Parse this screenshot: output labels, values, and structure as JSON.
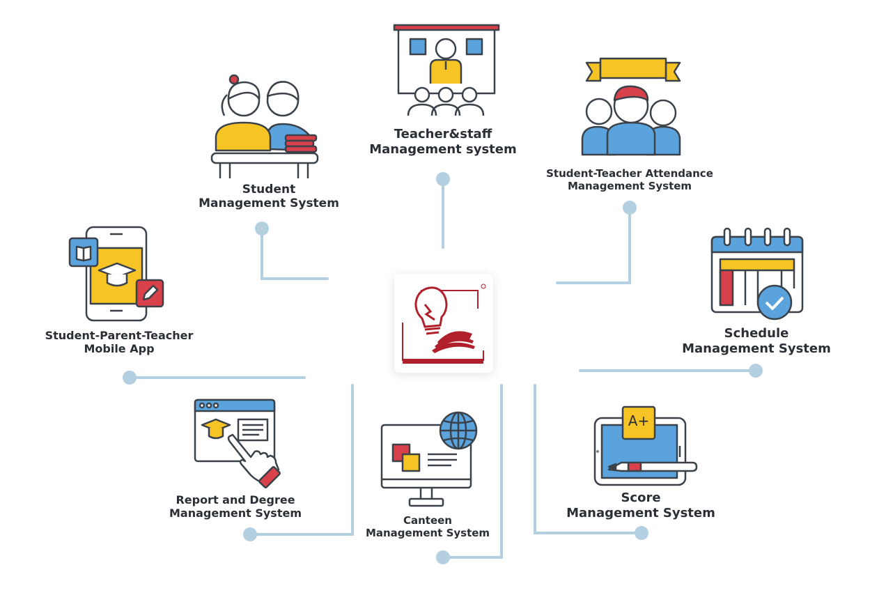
{
  "modules": {
    "teacher_staff": {
      "line1": "Teacher&staff",
      "line2": "Management system"
    },
    "student": {
      "line1": "Student",
      "line2": "Management System"
    },
    "attendance": {
      "line1": "Student-Teacher Attendance",
      "line2": "Management System"
    },
    "mobile_app": {
      "line1": "Student-Parent-Teacher",
      "line2": "Mobile App"
    },
    "schedule": {
      "line1": "Schedule",
      "line2": "Management System"
    },
    "report": {
      "line1": "Report and Degree",
      "line2": "Management System"
    },
    "canteen": {
      "line1": "Canteen",
      "line2": "Management System"
    },
    "score": {
      "line1": "Score",
      "line2": "Management System",
      "badge": "A+"
    }
  },
  "colors": {
    "connector": "#b3cfe0",
    "outline": "#3b4149",
    "yellow": "#f6c425",
    "blue": "#5aa3dd",
    "red": "#d9414a",
    "brand": "#b0202a"
  },
  "icons": {
    "teacher_staff": "classroom-presentation-icon",
    "student": "students-at-desk-icon",
    "attendance": "group-attendance-icon",
    "mobile_app": "tablet-education-app-icon",
    "schedule": "calendar-check-icon",
    "report": "browser-click-report-icon",
    "canteen": "monitor-globe-icon",
    "score": "tablet-grade-icon",
    "center": "brand-logo-icon"
  }
}
